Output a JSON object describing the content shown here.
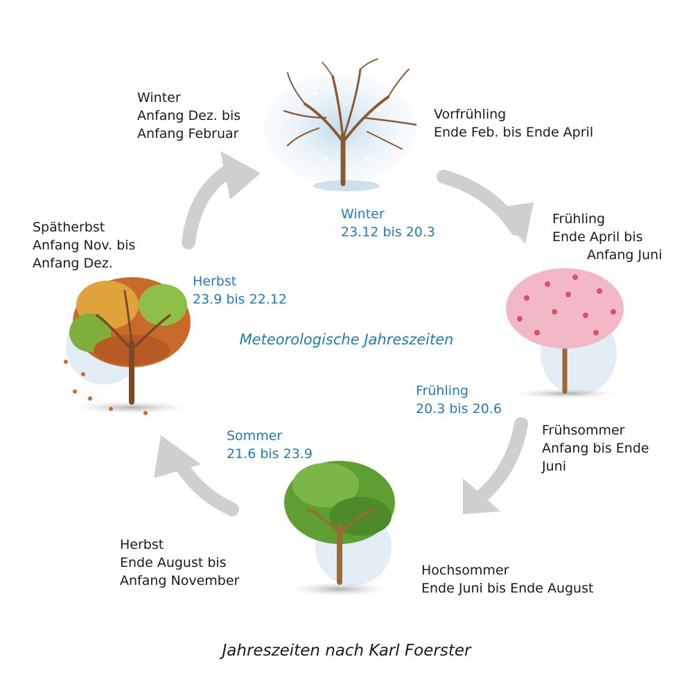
{
  "center_title": "Meteorologische Jahreszeiten",
  "footer_title": "Jahreszeiten nach Karl Foerster",
  "meteorological": {
    "winter": {
      "name": "Winter",
      "range": "23.12 bis 20.3"
    },
    "spring": {
      "name": "Frühling",
      "range": "20.3 bis 20.6"
    },
    "summer": {
      "name": "Sommer",
      "range": "21.6 bis 23.9"
    },
    "autumn": {
      "name": "Herbst",
      "range": "23.9 bis 22.12"
    }
  },
  "foerster": {
    "winter": [
      "Winter",
      "Anfang Dez. bis",
      "Anfang Februar"
    ],
    "vorfruehling": [
      "Vorfrühling",
      "Ende Feb. bis Ende April"
    ],
    "fruehling": [
      "Frühling",
      "Ende April bis",
      "Anfang Juni"
    ],
    "fruehsommer": [
      "Frühsommer",
      "Anfang bis Ende",
      "Juni"
    ],
    "hochsommer": [
      "Hochsommer",
      "Ende Juni bis Ende August"
    ],
    "herbst": [
      "Herbst",
      "Ende August bis",
      "Anfang November"
    ],
    "spaetherbst": [
      "Spätherbst",
      "Anfang Nov. bis",
      "Anfang Dez."
    ]
  },
  "colors": {
    "arrow": "#cfcfcf",
    "meteo_text": "#1f7bb8",
    "trunk": "#9a6a3a",
    "summer_leaves": "#5f9e33",
    "spring_blossom": "#f2b8c6",
    "autumn_leaves": "#c96a2b",
    "winter_haze": "#cfe3ef"
  },
  "icons": [
    "winter-tree-icon",
    "spring-tree-icon",
    "summer-tree-icon",
    "autumn-tree-icon",
    "cycle-arrow-icon"
  ]
}
